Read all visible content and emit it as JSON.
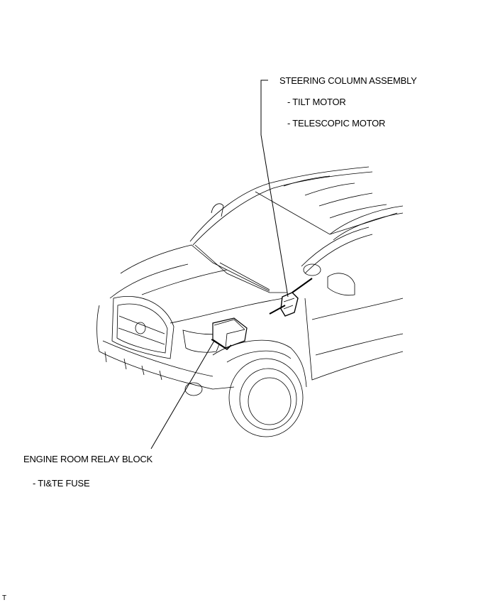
{
  "callouts": {
    "steering": {
      "title": "STEERING COLUMN ASSEMBLY",
      "items": [
        "- TILT MOTOR",
        "- TELESCOPIC MOTOR"
      ]
    },
    "relay": {
      "title": "ENGINE ROOM RELAY BLOCK",
      "items": [
        "- TI&TE FUSE"
      ]
    }
  },
  "footer_code": "T"
}
